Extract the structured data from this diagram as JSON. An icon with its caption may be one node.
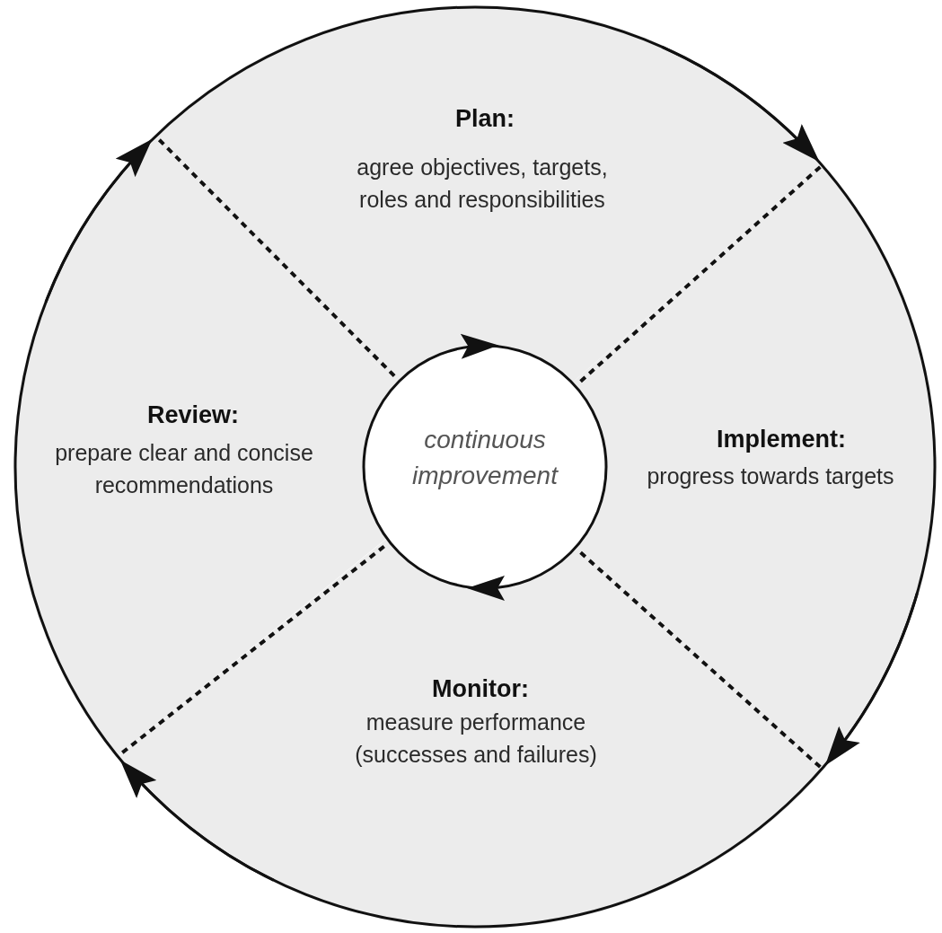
{
  "diagram": {
    "nodes": [
      {
        "text": [
          "Plan:",
          "agree objectives, targets, roles and responsibilities"
        ]
      },
      {
        "text": [
          "Implement:",
          "progress towards targets"
        ]
      },
      {
        "text": [
          "Monitor:",
          "measure performance (successes and failures)"
        ]
      },
      {
        "text": [
          "Review:",
          "prepare clear and concise recommendations"
        ]
      },
      {
        "text": [
          "continuous improvement"
        ]
      }
    ],
    "edges": [
      {
        "from": 0,
        "to": 1,
        "arrow": "to"
      },
      {
        "from": 1,
        "to": 2,
        "arrow": "to"
      },
      {
        "from": 2,
        "to": 3,
        "arrow": "to"
      },
      {
        "from": 3,
        "to": 0,
        "arrow": "to"
      }
    ]
  }
}
